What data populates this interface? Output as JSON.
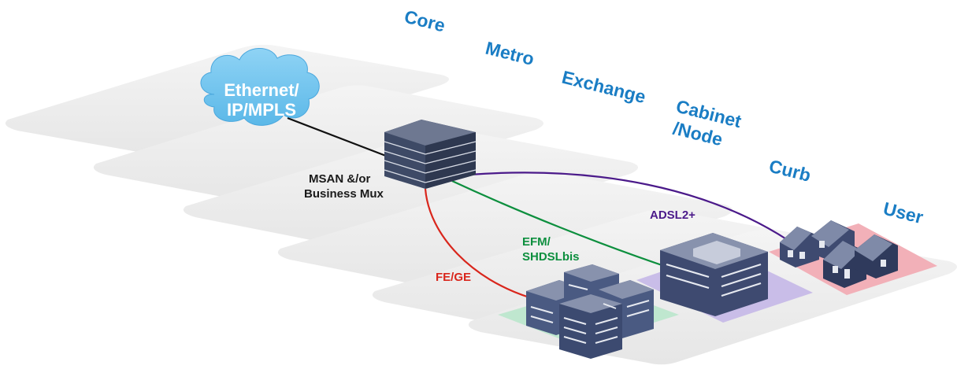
{
  "zones": [
    {
      "id": "core",
      "label": "Core"
    },
    {
      "id": "metro",
      "label": "Metro"
    },
    {
      "id": "exchange",
      "label": "Exchange"
    },
    {
      "id": "cabinet",
      "label_lines": [
        "Cabinet",
        "/Node"
      ]
    },
    {
      "id": "curb",
      "label": "Curb"
    },
    {
      "id": "user",
      "label": "User"
    }
  ],
  "cloud": {
    "label_lines": [
      "Ethernet/",
      "IP/MPLS"
    ]
  },
  "msan": {
    "label_lines": [
      "MSAN &/or",
      "Business Mux"
    ]
  },
  "links": [
    {
      "id": "fe-ge",
      "label": "FE/GE"
    },
    {
      "id": "efm",
      "label_lines": [
        "EFM/",
        "SHDSLbis"
      ]
    },
    {
      "id": "adsl",
      "label": "ADSL2+"
    }
  ],
  "colors": {
    "zone_label": "#1a7dc4",
    "cloud": "#6fc3ee",
    "fe_ge": "#d9261c",
    "efm": "#0d8f3e",
    "adsl": "#4b1a8a",
    "uplink": "#111111",
    "building": "#4a5a82",
    "green_area": "#bfe7cf",
    "purple_area": "#c9bde8",
    "red_area": "#f2b0b8"
  }
}
